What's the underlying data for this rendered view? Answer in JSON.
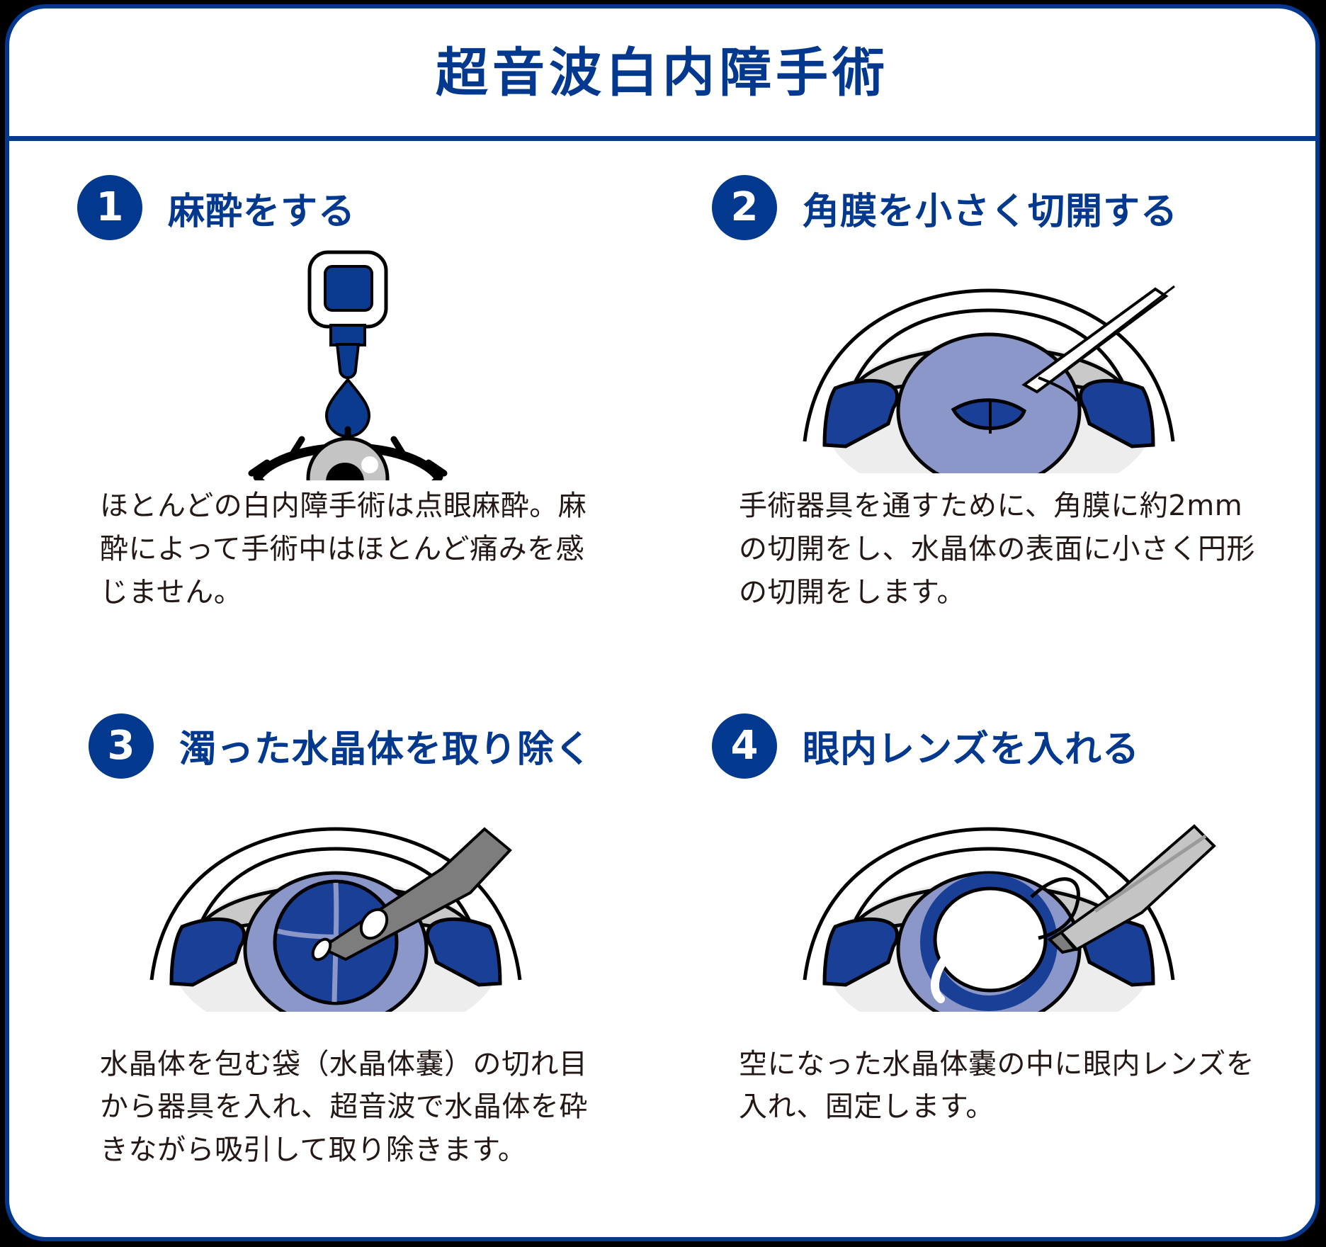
{
  "page": {
    "title": "超音波白内障手術",
    "accent_color": "#03388f",
    "text_color": "#231815",
    "background_color": "#ffffff",
    "outer_color": "#000000"
  },
  "steps": [
    {
      "number": "1",
      "heading": "麻酔をする",
      "body": "ほとんどの白内障手術は点眼麻酔。麻酔によって手術中はほとんど痛みを感じません。",
      "illustration": "eye-drop-bottle-and-eye"
    },
    {
      "number": "2",
      "heading": "角膜を小さく切開する",
      "body": "手術器具を通すために、角膜に約2mmの切開をし、水晶体の表面に小さく円形の切開をします。",
      "illustration": "eye-cross-section-with-keratome"
    },
    {
      "number": "3",
      "heading": "濁った水晶体を取り除く",
      "body": "水晶体を包む袋（水晶体嚢）の切れ目から器具を入れ、超音波で水晶体を砕きながら吸引して取り除きます。",
      "illustration": "eye-cross-section-with-phaco-probe"
    },
    {
      "number": "4",
      "heading": "眼内レンズを入れる",
      "body": "空になった水晶体嚢の中に眼内レンズを入れ、固定します。",
      "illustration": "eye-cross-section-with-iol-injector"
    }
  ],
  "illustration_colors": {
    "sclera": "#ededed",
    "cornea": "#c9c9c9",
    "lens": "#8b97c8",
    "iris": "#1a3f96",
    "instrument_dark": "#7d7d7d",
    "instrument_light": "#c4c4c4",
    "outline": "#000000",
    "drop": "#0b3b91"
  }
}
